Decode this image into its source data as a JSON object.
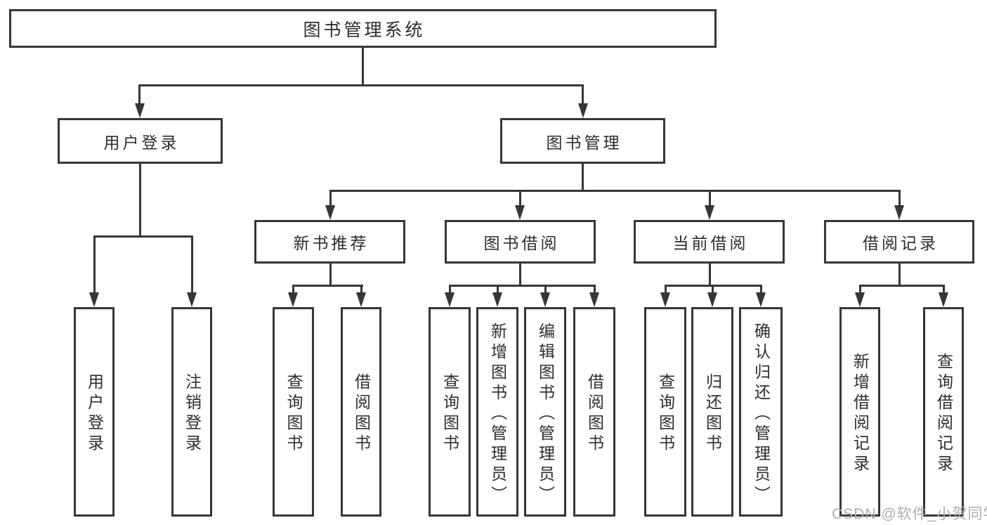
{
  "diagram": {
    "root": {
      "label": "图书管理系统"
    },
    "level2": {
      "user_login": {
        "label": "用户登录"
      },
      "book_mgmt": {
        "label": "图书管理"
      }
    },
    "level3": {
      "new_book": {
        "label": "新书推荐"
      },
      "book_borrow": {
        "label": "图书借阅"
      },
      "current_borrow": {
        "label": "当前借阅"
      },
      "borrow_record": {
        "label": "借阅记录"
      }
    },
    "leaves": {
      "user_login": {
        "label": "用户登录"
      },
      "logout": {
        "label": "注销登录"
      },
      "newbook_query": {
        "label": "查询图书"
      },
      "newbook_borrow": {
        "label": "借阅图书"
      },
      "borrow_query": {
        "label": "查询图书"
      },
      "borrow_add": {
        "label": "新增图书（管理员）"
      },
      "borrow_edit": {
        "label": "编辑图书（管理员）"
      },
      "borrow_borrow": {
        "label": "借阅图书"
      },
      "current_query": {
        "label": "查询图书"
      },
      "current_return": {
        "label": "归还图书"
      },
      "current_confirm": {
        "label": "确认归还（管理员）"
      },
      "record_add": {
        "label": "新增借阅记录"
      },
      "record_query": {
        "label": "查询借阅记录"
      }
    }
  },
  "watermark": {
    "text": "CSDN @软件_小贺同学"
  },
  "colors": {
    "line": "#363636",
    "text": "#2d2d2d",
    "watermark": "#adadad",
    "background": "#ffffff"
  }
}
